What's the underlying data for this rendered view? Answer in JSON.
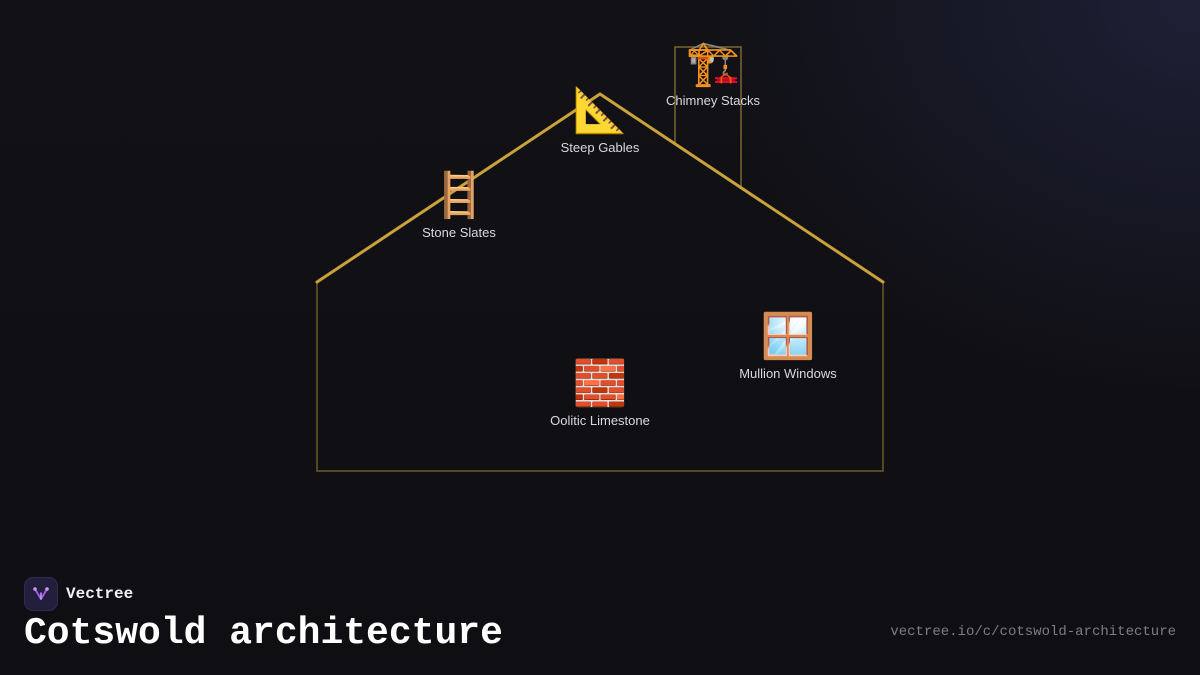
{
  "brand": {
    "name": "Vectree",
    "accent_color": "#a259e6",
    "logo_icon": "vectree-fork-logo"
  },
  "title": "Cotswold architecture",
  "url": "vectree.io/c/cotswold-architecture",
  "diagram": {
    "outline_color": "#c9a23c",
    "nodes": [
      {
        "label": "Chimney Stacks",
        "icon": "crane-icon",
        "emoji": "🏗️"
      },
      {
        "label": "Steep Gables",
        "icon": "triangular-ruler-icon",
        "emoji": "📐"
      },
      {
        "label": "Stone Slates",
        "icon": "ladder-icon",
        "emoji": "🪜"
      },
      {
        "label": "Oolitic Limestone",
        "icon": "brick-icon",
        "emoji": "🧱"
      },
      {
        "label": "Mullion Windows",
        "icon": "window-icon",
        "emoji": "🪟"
      }
    ]
  }
}
